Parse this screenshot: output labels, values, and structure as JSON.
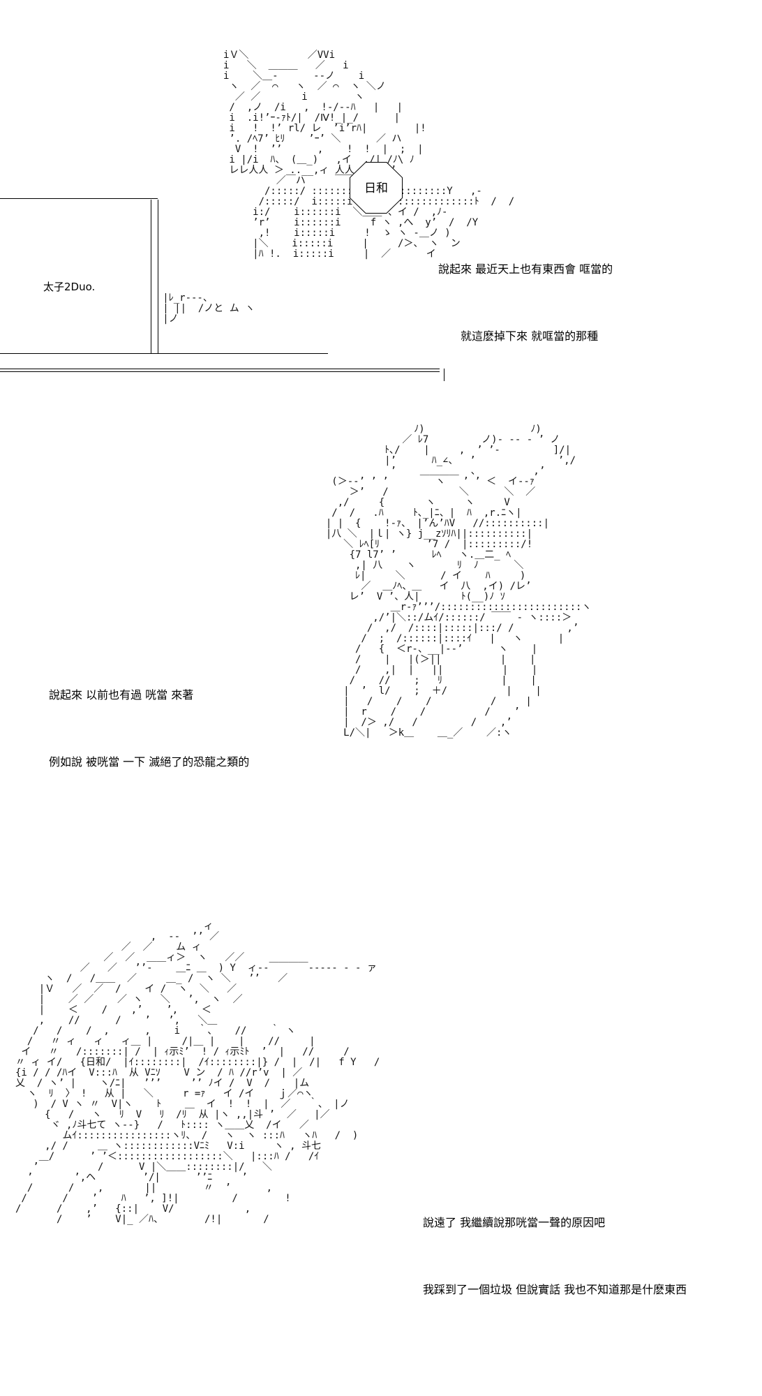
{
  "panel1": {
    "box_label": "太子2Duo.",
    "sign_text": "日和",
    "caption_lines": [
      "說起來 最近天上也有東西會 哐當的",
      "就這麽掉下來 就哐當的那種"
    ]
  },
  "panel2": {
    "caption_lines": [
      "說起來 以前也有過 咣當 來著",
      "例如說 被咣當 一下 滅絕了的恐龍之類的"
    ]
  },
  "panel3": {
    "caption_lines": [
      "說遠了 我繼續說那咣當一聲的原因吧",
      "我踩到了一個垃圾 但說實話 我也不知道那是什麽東西"
    ]
  }
}
